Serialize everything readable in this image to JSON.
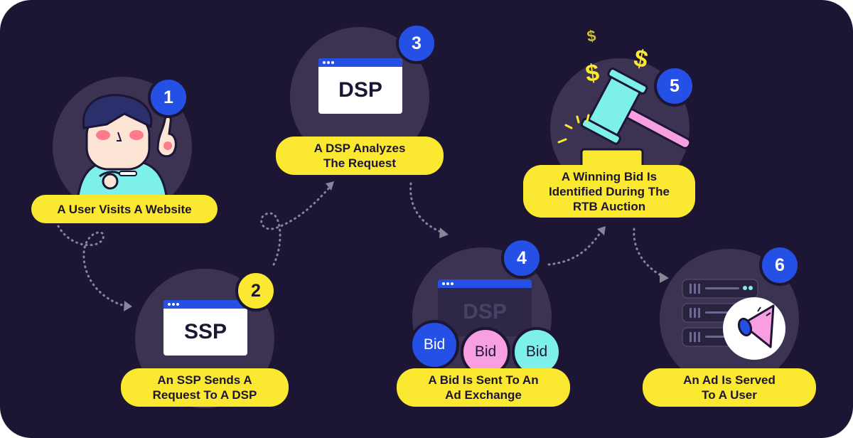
{
  "steps": [
    {
      "number": "1",
      "label": "A User Visits A Website"
    },
    {
      "number": "2",
      "label": "An SSP Sends A\nRequest To A DSP",
      "window_text": "SSP"
    },
    {
      "number": "3",
      "label": "A DSP Analyzes\nThe Request",
      "window_text": "DSP"
    },
    {
      "number": "4",
      "label": "A Bid Is Sent To An\nAd Exchange",
      "window_text": "DSP",
      "bids": [
        "Bid",
        "Bid",
        "Bid"
      ]
    },
    {
      "number": "5",
      "label": "A Winning Bid Is\nIdentified During The\nRTB Auction",
      "symbol": "$"
    },
    {
      "number": "6",
      "label": "An Ad Is Served\nTo A User"
    }
  ],
  "colors": {
    "background": "#1c1534",
    "circle": "#3c3353",
    "accent_yellow": "#fbe931",
    "accent_blue": "#2450e6",
    "bid_pink": "#f79fe0",
    "bid_cyan": "#7ef0ea"
  }
}
